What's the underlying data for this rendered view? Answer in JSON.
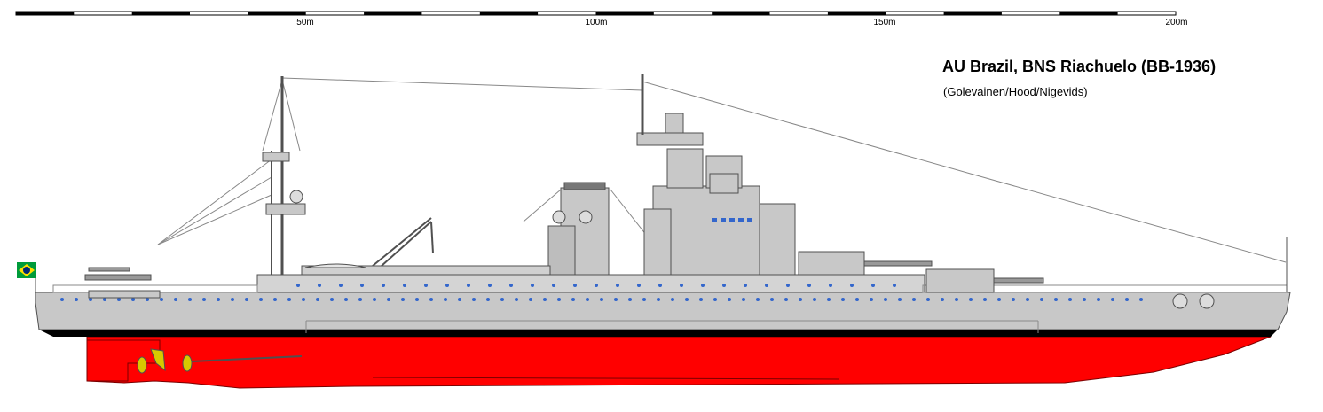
{
  "scale_bar": {
    "labels": [
      "50m",
      "100m",
      "150m",
      "200m"
    ]
  },
  "title": "AU Brazil, BNS Riachuelo (BB-1936)",
  "credit": "(Golevainen/Hood/Nigevids)",
  "colors": {
    "hull_gray": "#c8c8c8",
    "deck_gray": "#d4d4d4",
    "antifouling_red": "#ff0000",
    "boot_top": "#000000",
    "outline": "#505050",
    "porthole_blue": "#3366cc",
    "flag_green": "#009b3a",
    "flag_yellow": "#fedf00",
    "flag_blue": "#002776"
  },
  "icons": [
    "brazil-flag-icon",
    "propeller-icon",
    "rudder-icon",
    "seaplane-icon",
    "crane-icon",
    "anchor-icon"
  ]
}
